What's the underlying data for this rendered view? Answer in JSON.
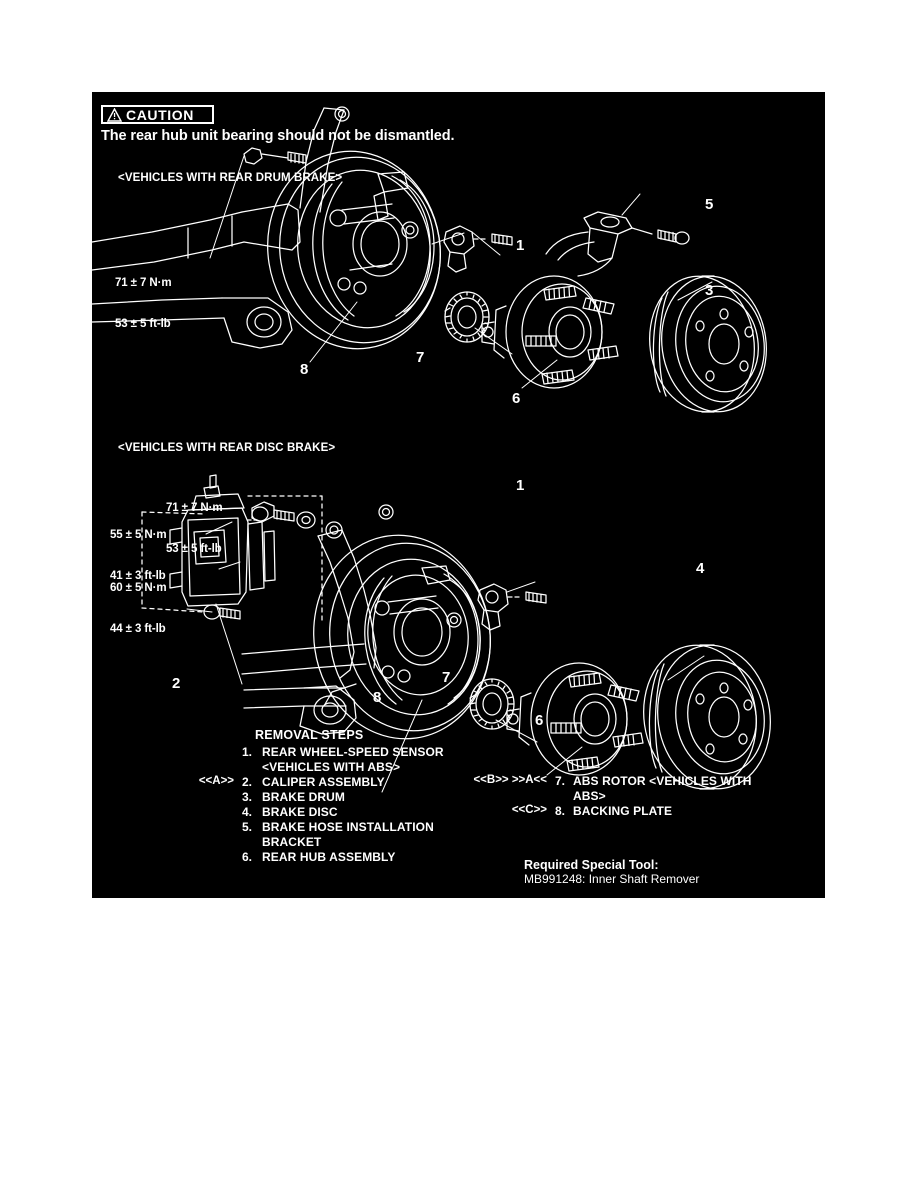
{
  "caution": {
    "icon": "warning-triangle-icon",
    "label": "CAUTION",
    "text": "The rear hub unit bearing should not be dismantled."
  },
  "sections": [
    {
      "id": "drum",
      "heading": "<VEHICLES WITH REAR DRUM BRAKE>"
    },
    {
      "id": "disc",
      "heading": "<VEHICLES WITH REAR DISC BRAKE>"
    }
  ],
  "torque_specs": [
    {
      "id": "drum-hub-bolt",
      "nm": "71 ± 7 N·m",
      "ftlb": "53 ± 5 ft-lb"
    },
    {
      "id": "disc-hub-bolt",
      "nm": "71 ± 7 N·m",
      "ftlb": "53 ± 5 ft-lb"
    },
    {
      "id": "caliper-guide-pin",
      "nm": "55 ± 5 N·m",
      "ftlb": "41 ± 3 ft-lb"
    },
    {
      "id": "caliper-support",
      "nm": "60 ± 5 N·m",
      "ftlb": "44 ± 3 ft-lb"
    }
  ],
  "callouts": {
    "drum": [
      "1",
      "3",
      "5",
      "6",
      "7",
      "8"
    ],
    "disc": [
      "1",
      "2",
      "4",
      "6",
      "7",
      "8"
    ]
  },
  "removal": {
    "title": "REMOVAL STEPS",
    "left_column": [
      {
        "mark": "",
        "no": "1.",
        "label": "REAR WHEEL-SPEED SENSOR"
      },
      {
        "mark": "",
        "no": "",
        "label": "<VEHICLES WITH ABS>"
      },
      {
        "mark": "<<A>>",
        "no": "2.",
        "label": "CALIPER ASSEMBLY"
      },
      {
        "mark": "",
        "no": "3.",
        "label": "BRAKE DRUM"
      },
      {
        "mark": "",
        "no": "4.",
        "label": "BRAKE DISC"
      },
      {
        "mark": "",
        "no": "5.",
        "label": "BRAKE HOSE INSTALLATION"
      },
      {
        "mark": "",
        "no": "",
        "label": "BRACKET"
      },
      {
        "mark": "",
        "no": "6.",
        "label": "REAR HUB ASSEMBLY"
      }
    ],
    "right_column": [
      {
        "mark": "<<B>> >>A<<",
        "no": "7.",
        "label": "ABS ROTOR <VEHICLES WITH"
      },
      {
        "mark": "",
        "no": "",
        "label": "ABS>"
      },
      {
        "mark": "<<C>>",
        "no": "8.",
        "label": "BACKING PLATE"
      }
    ]
  },
  "special_tool": {
    "title": "Required Special Tool:",
    "text": "MB991248: Inner Shaft Remover"
  },
  "colors": {
    "panel_background": "#000000",
    "line": "#ffffff",
    "page_background": "#ffffff"
  }
}
